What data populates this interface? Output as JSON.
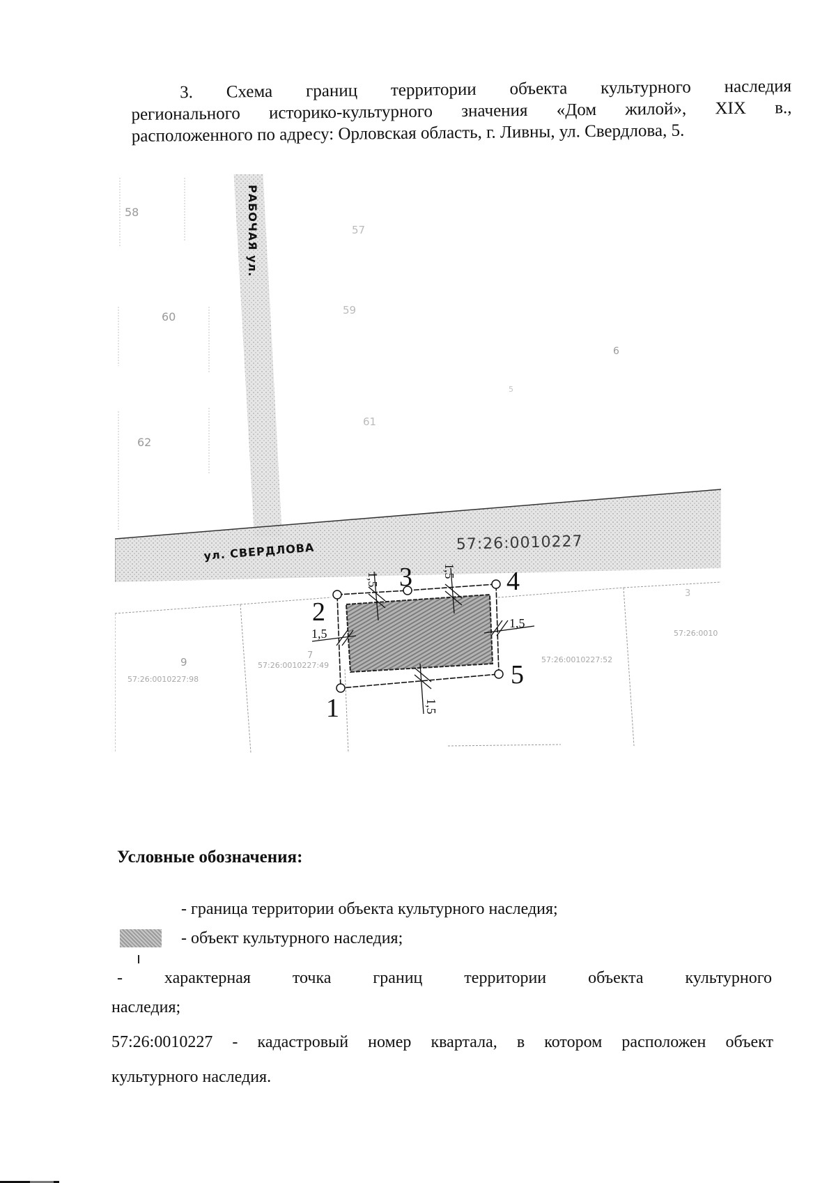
{
  "heading": {
    "line1": "3. Схема границ территории объекта культурного наследия",
    "line2": "регионального историко-культурного значения «Дом жилой», XIX в.,",
    "line3": "расположенного по адресу: Орловская область, г. Ливны, ул. Свердлова, 5."
  },
  "map": {
    "streets": {
      "rabochaya": "РАБОЧАЯ ул.",
      "sverdlova": "ул. СВЕРДЛОВА"
    },
    "quarter_number": "57:26:0010227",
    "house_numbers": {
      "h58": "58",
      "h57": "57",
      "h60": "60",
      "h59": "59",
      "h6": "6",
      "h5": "5",
      "h62": "62",
      "h61": "61",
      "h9": "9",
      "h7": "7",
      "h3": "3"
    },
    "parcels": {
      "p98": "57:26:0010227:98",
      "p49": "57:26:0010227:49",
      "p52": "57:26:0010227:52",
      "p_right": "57:26:0010"
    },
    "points": [
      {
        "label": "1"
      },
      {
        "label": "2"
      },
      {
        "label": "3"
      },
      {
        "label": "4"
      },
      {
        "label": "5"
      }
    ],
    "offsets": {
      "top_left": "1,5",
      "top_right": "1,5",
      "left": "1,5",
      "right": "1,5",
      "bottom": "1,5"
    },
    "colors": {
      "boundary": "#111111",
      "object_fill": "#9c9c9c",
      "street_fill": "#d4d4d4",
      "faint_text": "#a8a8a8"
    }
  },
  "legend": {
    "title": "Условные обозначения:",
    "items": [
      {
        "symbol": "boundary-line",
        "text": "- граница территории объекта культурного наследия;"
      },
      {
        "symbol": "hatched-object",
        "text": "- объект культурного наследия;"
      },
      {
        "symbol": "characteristic-point",
        "text": "- характерная точка границ территории объекта культурного",
        "continuation": "наследия;"
      },
      {
        "symbol": "quarter-number",
        "text": "57:26:0010227 - кадастровый номер квартала, в котором расположен объект",
        "continuation": "культурного наследия."
      }
    ]
  }
}
